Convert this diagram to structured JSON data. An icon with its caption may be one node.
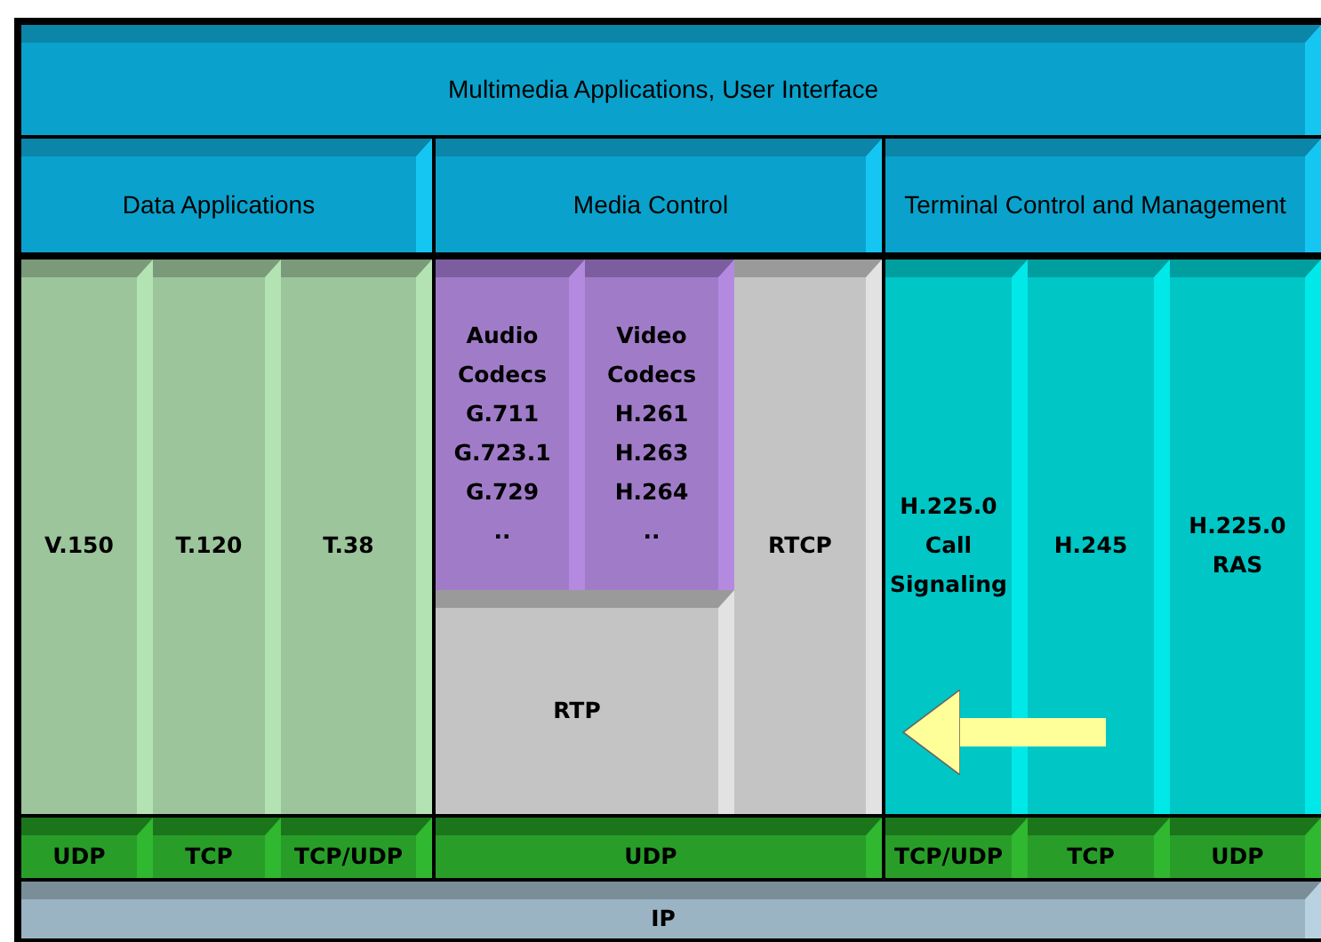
{
  "diagram": {
    "nodes": [
      {
        "text": [
          "Multimedia Applications, User Interface"
        ]
      },
      {
        "text": [
          "Data Applications"
        ]
      },
      {
        "text": [
          "Media Control"
        ]
      },
      {
        "text": [
          "Terminal Control and Management"
        ]
      },
      {
        "text": [
          "V.150"
        ]
      },
      {
        "text": [
          "T.120"
        ]
      },
      {
        "text": [
          "T.38"
        ]
      },
      {
        "text": [
          "Audio Codecs",
          "G.711",
          "G.723.1",
          "G.729",
          ".."
        ]
      },
      {
        "text": [
          "Video Codecs",
          "H.261",
          "H.263",
          "H.264",
          ".."
        ]
      },
      {
        "text": [
          "RTCP"
        ]
      },
      {
        "text": [
          "RTP"
        ]
      },
      {
        "text": [
          "H.225.0 Call Signaling"
        ]
      },
      {
        "text": [
          "H.245"
        ]
      },
      {
        "text": [
          "H.225.0 RAS"
        ]
      },
      {
        "text": [
          "UDP"
        ]
      },
      {
        "text": [
          "TCP"
        ]
      },
      {
        "text": [
          "TCP/UDP"
        ]
      },
      {
        "text": [
          "UDP"
        ]
      },
      {
        "text": [
          "TCP/UDP"
        ]
      },
      {
        "text": [
          "TCP"
        ]
      },
      {
        "text": [
          "UDP"
        ]
      },
      {
        "text": [
          "IP"
        ]
      }
    ],
    "edges": [
      {
        "from": 12,
        "to": 11,
        "arrow": "to"
      }
    ]
  }
}
